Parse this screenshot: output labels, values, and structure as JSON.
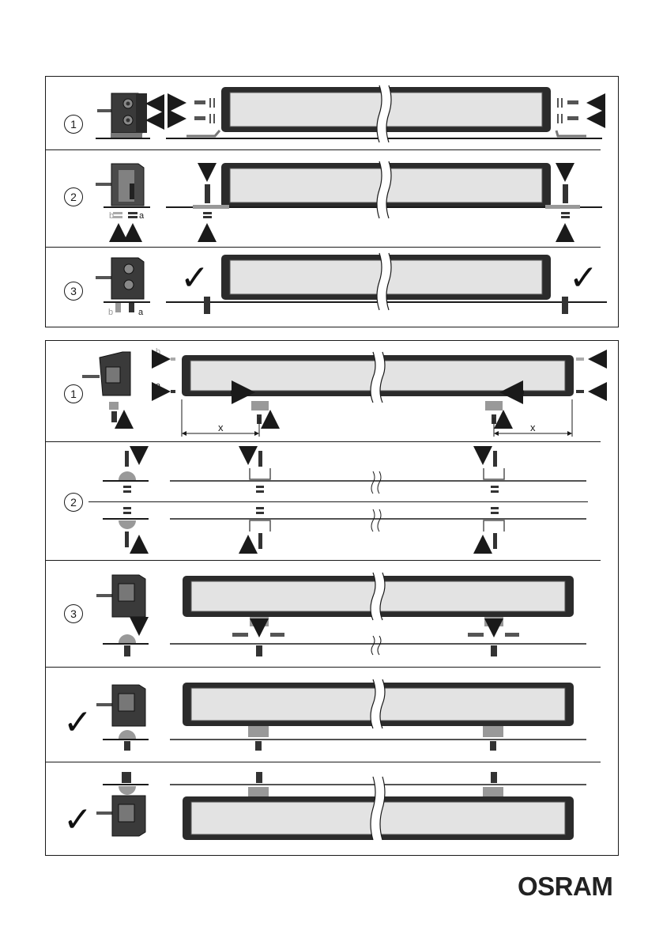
{
  "upper_panel": {
    "steps": [
      {
        "number": "1"
      },
      {
        "number": "2",
        "labels": [
          "b",
          "a"
        ]
      },
      {
        "number": "3",
        "labels": [
          "b",
          "a"
        ],
        "check": "✓"
      }
    ]
  },
  "lower_panel": {
    "steps": [
      {
        "number": "1",
        "labels": [
          "b",
          "a"
        ],
        "dimension": "x"
      },
      {
        "number": "2"
      },
      {
        "number": "3"
      },
      {
        "check": "✓"
      },
      {
        "check": "✓"
      }
    ]
  },
  "logo": {
    "text": "OSRAM"
  },
  "colors": {
    "ink": "#1a1a1a",
    "bar_frame": "#2b2b2b",
    "lens": "#e3e3e3",
    "grey_arrow": "#a8a8a8"
  }
}
